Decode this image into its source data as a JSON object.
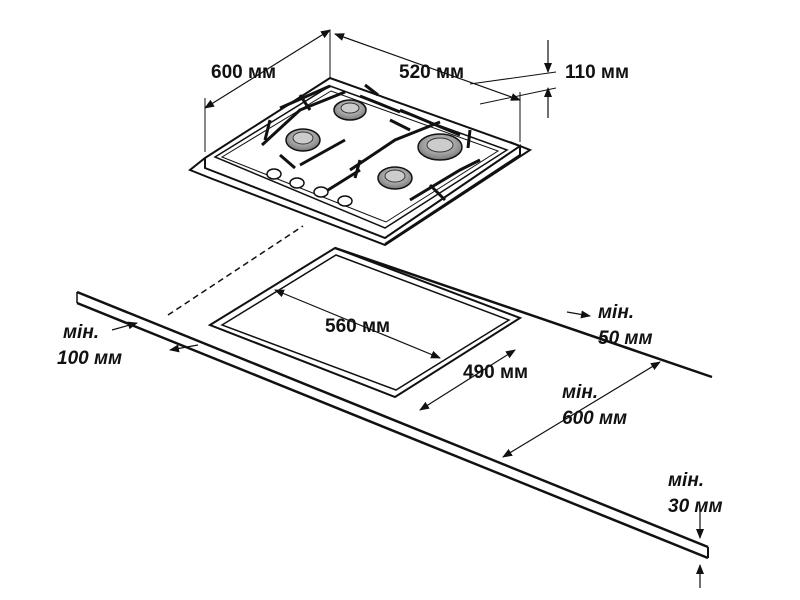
{
  "labels": {
    "hob_depth": "600 мм",
    "hob_width": "520 мм",
    "hob_height": "110 мм",
    "cutout_width": "560 мм",
    "cutout_depth": "490 мм",
    "clear_left_1": "мін.",
    "clear_left_2": "100 мм",
    "clear_back_1": "мін.",
    "clear_back_2": "50 мм",
    "depth_min_1": "мін.",
    "depth_min_2": "600 мм",
    "thick_min_1": "мін.",
    "thick_min_2": "30 мм"
  },
  "colors": {
    "line": "#111111",
    "burner": "#9a9a9a"
  },
  "icons": [
    "arrowhead"
  ]
}
